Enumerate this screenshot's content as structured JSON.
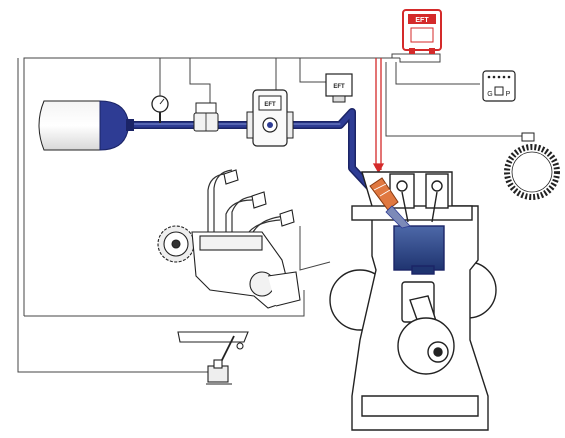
{
  "ecu": {
    "label": "EFT"
  },
  "filter_unit": {
    "label": "EFT"
  },
  "reducer": {
    "label": "EFT"
  },
  "switch": {
    "left_letter": "G",
    "right_letter": "P"
  },
  "colors": {
    "gas_line": "#2e3c94",
    "gas_line_dark": "#1b2466",
    "ecu_red": "#d42a2a",
    "injector_orange": "#e07840",
    "piston_blue": "#2f4a8a",
    "outline": "#222222"
  },
  "icons": {
    "tank": "gas-tank-icon",
    "gauge": "pressure-gauge-icon",
    "valve": "solenoid-valve-icon",
    "reducer": "pressure-reducer-icon",
    "filter": "gas-filter-icon",
    "ecu": "ecu-icon",
    "switch": "fuel-switch-icon",
    "sensor_ring": "crank-sensor-ring-icon",
    "pump": "injection-pump-icon",
    "engine": "engine-cross-section-icon",
    "pedal": "throttle-pedal-icon"
  }
}
